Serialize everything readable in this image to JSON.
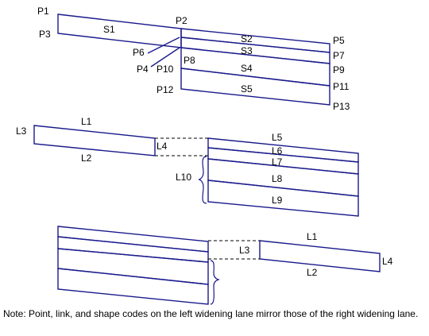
{
  "colors": {
    "stroke": "#1a1a8c",
    "dashed": "#000000",
    "text": "#000000"
  },
  "section1": {
    "labels": {
      "p1": "P1",
      "p2": "P2",
      "p3": "P3",
      "p4": "P4",
      "p5": "P5",
      "p6": "P6",
      "p7": "P7",
      "p8": "P8",
      "p9": "P9",
      "p10": "P10",
      "p11": "P11",
      "p12": "P12",
      "p13": "P13",
      "s1": "S1",
      "s2": "S2",
      "s3": "S3",
      "s4": "S4",
      "s5": "S5"
    }
  },
  "section2": {
    "labels": {
      "l1": "L1",
      "l2": "L2",
      "l3": "L3",
      "l4": "L4",
      "l5": "L5",
      "l6": "L6",
      "l7": "L7",
      "l8": "L8",
      "l9": "L9",
      "l10": "L10"
    }
  },
  "section3": {
    "labels": {
      "l1": "L1",
      "l2": "L2",
      "l3": "L3",
      "l4": "L4"
    }
  },
  "note": "Note: Point, link, and shape codes on the left widening lane mirror those of the right widening lane."
}
